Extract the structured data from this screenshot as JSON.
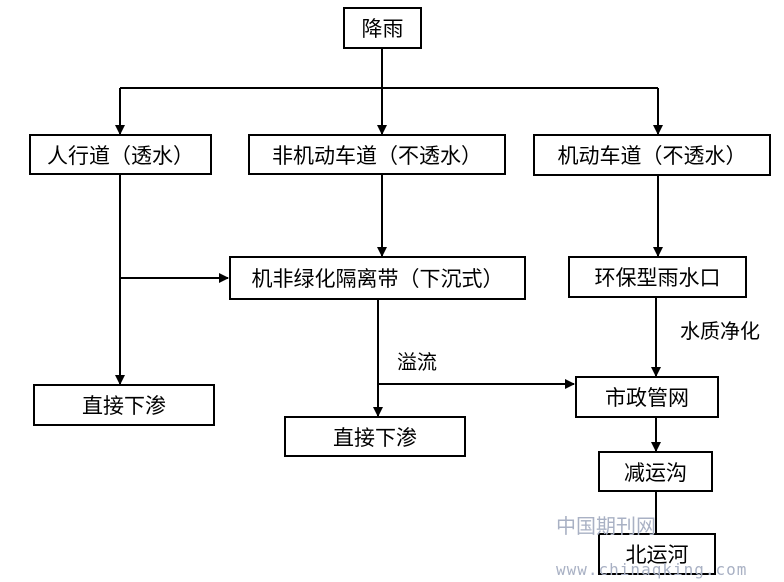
{
  "nodes": {
    "rain": "降雨",
    "sidewalk": "人行道（透水）",
    "non_motor_lane": "非机动车道（不透水）",
    "motor_lane": "机动车道（不透水）",
    "green_belt": "机非绿化隔离带（下沉式）",
    "eco_inlet": "环保型雨水口",
    "infiltrate_left": "直接下渗",
    "infiltrate_mid": "直接下渗",
    "municipal_network": "市政管网",
    "reduce_channel": "减运沟",
    "north_canal": "北运河"
  },
  "edge_labels": {
    "overflow": "溢流",
    "water_purification": "水质净化"
  },
  "watermark": {
    "cn": "中国期刊网",
    "url": "www.chinaqking.com"
  },
  "colors": {
    "line": "#000000",
    "watermark": "#a9b1c4"
  }
}
